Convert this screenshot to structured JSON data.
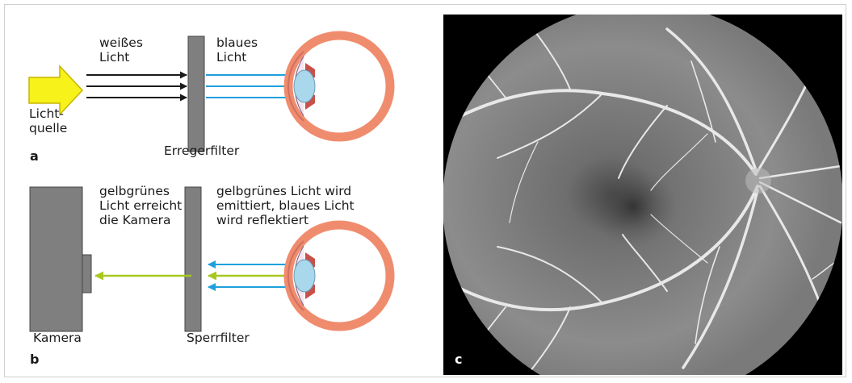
{
  "panel_a": {
    "letter": "a",
    "light_label": [
      "weißes",
      "Licht"
    ],
    "source_label": [
      "Licht-",
      "quelle"
    ],
    "blue_label": [
      "blaues",
      "Licht"
    ],
    "filter_label": "Erregerfilter"
  },
  "panel_b": {
    "letter": "b",
    "camera_text": [
      "gelbgrünes",
      "Licht erreicht",
      "die Kamera"
    ],
    "eye_text": [
      "gelbgrünes Licht wird",
      "emittiert, blaues Licht",
      "wird reflektiert"
    ],
    "camera_label": "Kamera",
    "filter_label": "Sperrfilter"
  },
  "panel_c": {
    "letter": "c"
  },
  "colors": {
    "white_light_arrow": "#1a1a1a",
    "blue_light": "#1ea0dc",
    "yellow_green_light": "#a8c81e",
    "light_source": "#f6f21a",
    "filter_gray": "#7f7f7f",
    "eye_sclera": "#f08c6e"
  }
}
